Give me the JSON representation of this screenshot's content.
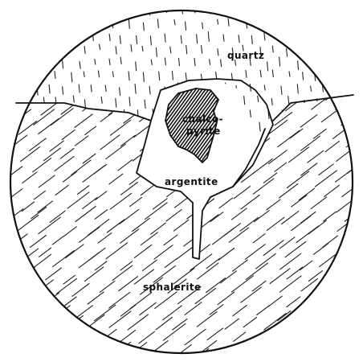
{
  "figure": {
    "labels": {
      "quartz": "quartz",
      "chalco_line1": "chalco-",
      "chalco_line2": "pyrite",
      "argentite": "argentite",
      "sphalerite": "sphalerite"
    },
    "colors": {
      "ink": "#111111",
      "paper": "#ffffff"
    }
  }
}
